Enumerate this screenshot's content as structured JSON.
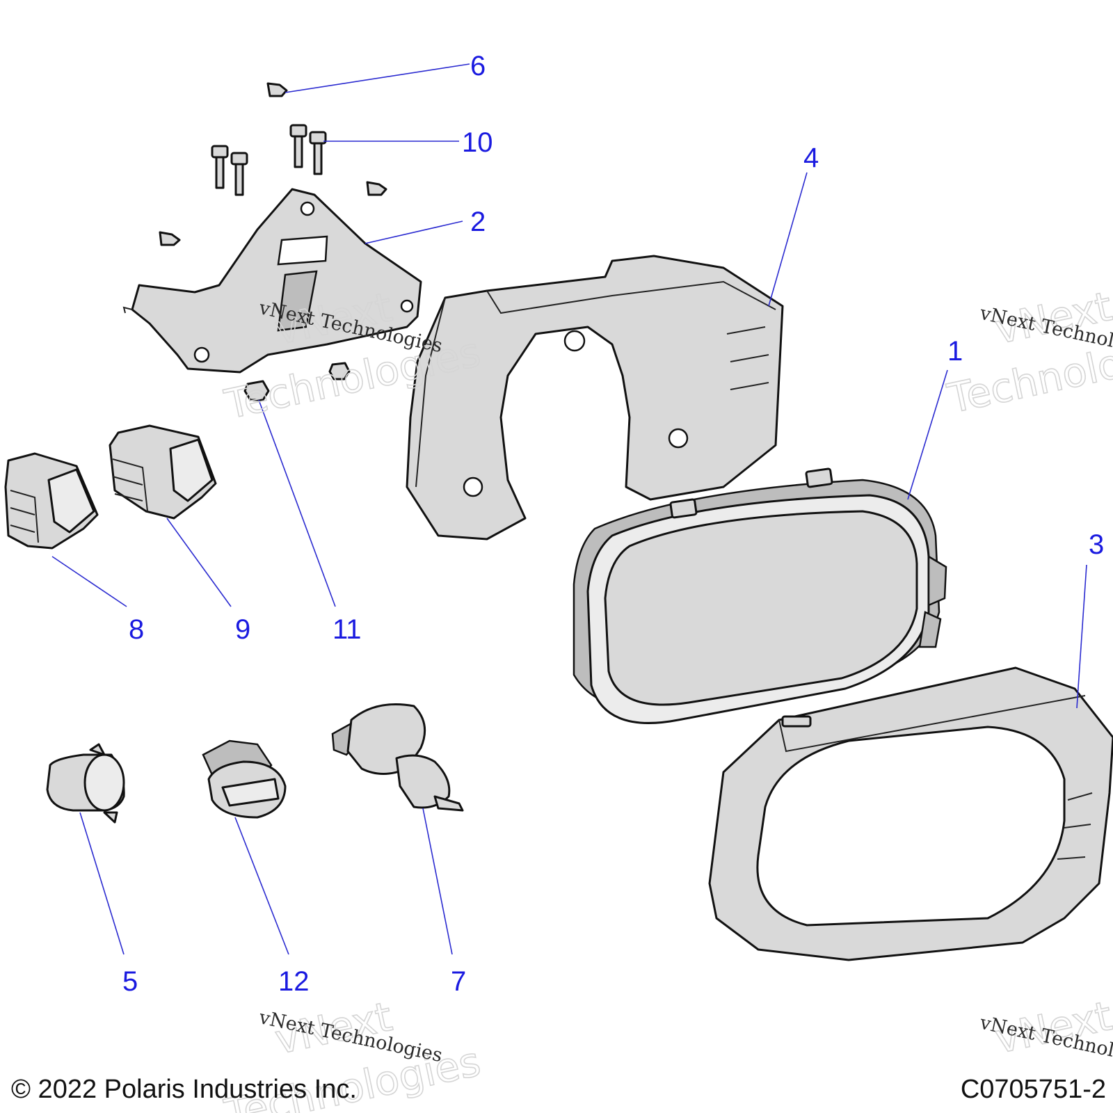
{
  "figure": {
    "callouts": [
      {
        "id": "6",
        "label": "6"
      },
      {
        "id": "10",
        "label": "10"
      },
      {
        "id": "2",
        "label": "2"
      },
      {
        "id": "4",
        "label": "4"
      },
      {
        "id": "1",
        "label": "1"
      },
      {
        "id": "3",
        "label": "3"
      },
      {
        "id": "8",
        "label": "8"
      },
      {
        "id": "9",
        "label": "9"
      },
      {
        "id": "11",
        "label": "11"
      },
      {
        "id": "5",
        "label": "5"
      },
      {
        "id": "12",
        "label": "12"
      },
      {
        "id": "7",
        "label": "7"
      }
    ],
    "watermark": {
      "line1": "vNext",
      "line2": "Technologies",
      "small": "vNext Technologies"
    },
    "footer": {
      "copyright": "© 2022 Polaris Industries Inc.",
      "drawing_number": "C0705751-2"
    },
    "colors": {
      "callout": "#1a1ae0",
      "part_fill": "#d9d9d9",
      "outline": "#111111"
    }
  }
}
